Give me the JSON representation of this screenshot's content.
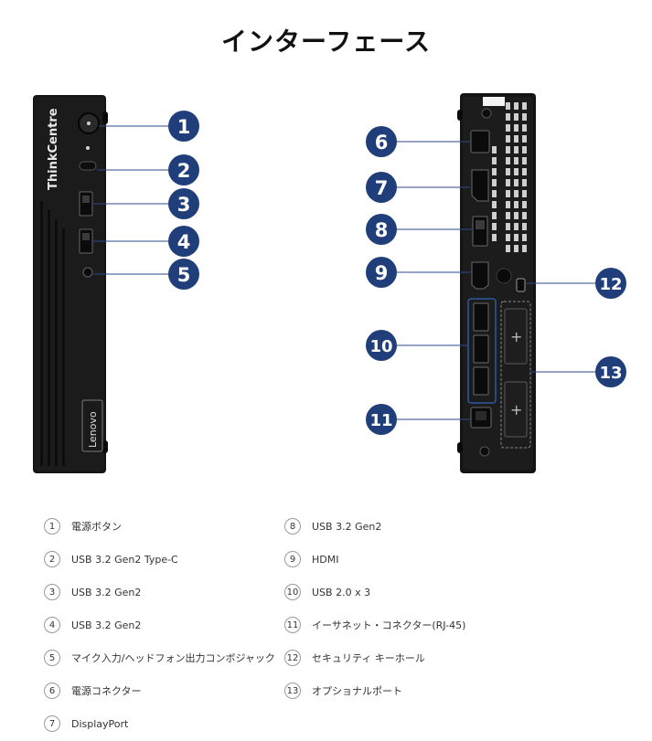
{
  "title": "インターフェース",
  "front": {
    "brand_model": "ThinkCentre",
    "brand_lenovo": "Lenovo"
  },
  "callouts": [
    "1",
    "2",
    "3",
    "4",
    "5",
    "6",
    "7",
    "8",
    "9",
    "10",
    "11",
    "12",
    "13"
  ],
  "colors": {
    "callout_fill": "#1f3e7a",
    "chassis": "#111111",
    "leader_line": "#2b4a86"
  },
  "legend": [
    {
      "num": "1",
      "label": "電源ボタン"
    },
    {
      "num": "2",
      "label": "USB 3.2 Gen2 Type-C"
    },
    {
      "num": "3",
      "label": "USB 3.2 Gen2"
    },
    {
      "num": "4",
      "label": "USB 3.2 Gen2"
    },
    {
      "num": "5",
      "label": "マイク入力/ヘッドフォン出力コンボジャック"
    },
    {
      "num": "6",
      "label": "電源コネクター"
    },
    {
      "num": "7",
      "label": "DisplayPort"
    },
    {
      "num": "8",
      "label": "USB 3.2 Gen2"
    },
    {
      "num": "9",
      "label": "HDMI"
    },
    {
      "num": "10",
      "label": "USB 2.0 x 3"
    },
    {
      "num": "11",
      "label": "イーサネット・コネクター(RJ-45)"
    },
    {
      "num": "12",
      "label": "セキュリティ キーホール"
    },
    {
      "num": "13",
      "label": "オプショナルポート"
    }
  ]
}
